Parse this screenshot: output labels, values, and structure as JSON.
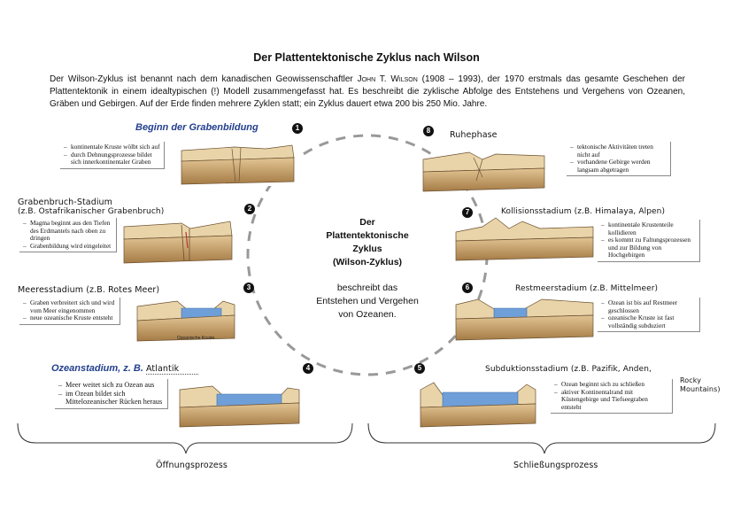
{
  "title": "Der Plattentektonische Zyklus nach Wilson",
  "intro": {
    "text_before": "Der Wilson-Zyklus ist benannt nach dem kanadischen Geowissenschaftler ",
    "author": "John T. Wilson",
    "text_after": " (1908 – 1993), der 1970 erstmals das gesamte Geschehen der Plattentektonik in einem idealtypischen (!) Modell zusammengefasst hat. Es beschreibt die zyklische Abfolge des Entstehens und Vergehens von Ozeanen, Gräben und Gebirgen. Auf der Erde finden mehrere Zyklen statt; ein Zyklus dauert etwa 200 bis 250 Mio. Jahre."
  },
  "center": {
    "line1": "Der",
    "line2": "Plattentektonische",
    "line3": "Zyklus",
    "line4": "(Wilson-Zyklus)",
    "line5": "beschreibt das",
    "line6": "Entstehen und Vergehen",
    "line7": "von Ozeanen."
  },
  "stages": [
    {
      "num": "1",
      "heading": "Beginn der Grabenbildung",
      "notes": [
        "kontinentale Kruste wölbt sich auf",
        "durch Dehnungsprozesse bildet sich innerkontinentaler Graben"
      ]
    },
    {
      "num": "2",
      "heading": "Grabenbruch-Stadium",
      "sub": "(z.B. Ostafrikanischer Grabenbruch)",
      "notes": [
        "Magma beginnt aus den Tiefen des Erdmantels nach oben zu dringen",
        "Grabenbildung wird eingeleitet"
      ]
    },
    {
      "num": "3",
      "heading": "Meeresstadium (z.B. Rotes Meer)",
      "notes": [
        "Graben verbreitert sich und wird vom Meer eingenommen",
        "neue ozeanische Kruste entsteht"
      ],
      "image_label": "Ozeanische Kruste"
    },
    {
      "num": "4",
      "heading": "Ozeanstadium, z. B.",
      "fill": "Atlantik",
      "notes": [
        "Meer weitet sich zu Ozean aus",
        "im Ozean bildet sich Mittelozeanischer Rücken heraus"
      ]
    },
    {
      "num": "5",
      "heading": "Subduktionsstadium (z.B. Pazifik, Anden,",
      "heading_extra": "Rocky Mountains)",
      "notes": [
        "Ozean beginnt sich zu schließen",
        "aktiver Kontinentalrand mit Küstengebirge und Tiefseegraben entsteht"
      ]
    },
    {
      "num": "6",
      "heading": "Restmeerstadium (z.B. Mittelmeer)",
      "notes": [
        "Ozean ist bis auf Restmeer geschlossen",
        "ozeanische Kruste ist fast vollständig subduziert"
      ]
    },
    {
      "num": "7",
      "heading": "Kollisionsstadium (z.B. Himalaya, Alpen)",
      "notes": [
        "kontinentale Krustenteile kollidieren",
        "es kommt zu Faltungsprozessen und zur Bildung von Hochgebirgen"
      ]
    },
    {
      "num": "8",
      "heading": "Ruhephase",
      "notes": [
        "tektonische Aktivitäten treten nicht auf",
        "vorhandene Gebirge werden langsam abgetragen"
      ]
    }
  ],
  "bottom": {
    "left": "Öffnungsprozess",
    "right": "Schließungsprozess"
  },
  "colors": {
    "heading_blue": "#23408e",
    "earth": "#c9a46a",
    "water": "#6f9fd8"
  }
}
